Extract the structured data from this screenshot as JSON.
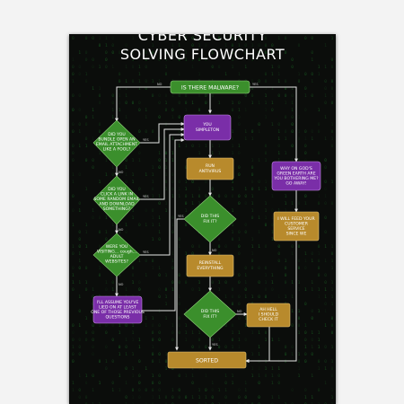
{
  "title": {
    "line1": "CYBER SECURITY",
    "line2": "SOLVING FLOWCHART"
  },
  "colors": {
    "green": "#3b8f2c",
    "purple": "#7a2ea8",
    "gold": "#b88a2c",
    "arrow": "#e0e0e0",
    "matrix": "#1e7a2a"
  },
  "nodes": {
    "start": [
      "IS THERE MALWARE?"
    ],
    "q1": [
      "DID YOU",
      "BUNDLE OPEN AN",
      "EMAIL ATTACHMENT",
      "LIKE A FOOL?"
    ],
    "q2": [
      "DID YOU",
      "CLICK A LINK IN",
      "SOME RANDOM EMAIL",
      "AND DOWNLOAD",
      "SOMETHING?"
    ],
    "q3": [
      "WERE YOU",
      "VISITING... cough...",
      "ADULT",
      "WEBSITES?"
    ],
    "simpleton": [
      "YOU",
      "SIMPLETON"
    ],
    "assume": [
      "I'LL ASSUME YOU'VE",
      "LIED ON AT LEAST",
      "ONE OF THOSE PREVIOUS",
      "QUESTIONS"
    ],
    "run_antivirus": [
      "RUN",
      "ANTIVIRUS"
    ],
    "q4": [
      "DID THIS",
      "FIX IT?"
    ],
    "reinstall": [
      "REINSTALL",
      "EVERYTHING"
    ],
    "q5": [
      "DID THIS",
      "FIX IT?"
    ],
    "hell": [
      "AH HELL",
      "I SHOULD",
      "CHECK IT"
    ],
    "why": [
      "WHY ON GOD'S",
      "GREEN EARTH ARE",
      "YOU BOTHERING ME?",
      "GO AWAY!"
    ],
    "send": [
      "I WILL FEED YOUR",
      "CUSTOMER",
      "SERVICE",
      "SINCE WE"
    ],
    "sorted": [
      "SORTED"
    ]
  },
  "edge_labels": {
    "yes": "YES",
    "no": "NO"
  }
}
